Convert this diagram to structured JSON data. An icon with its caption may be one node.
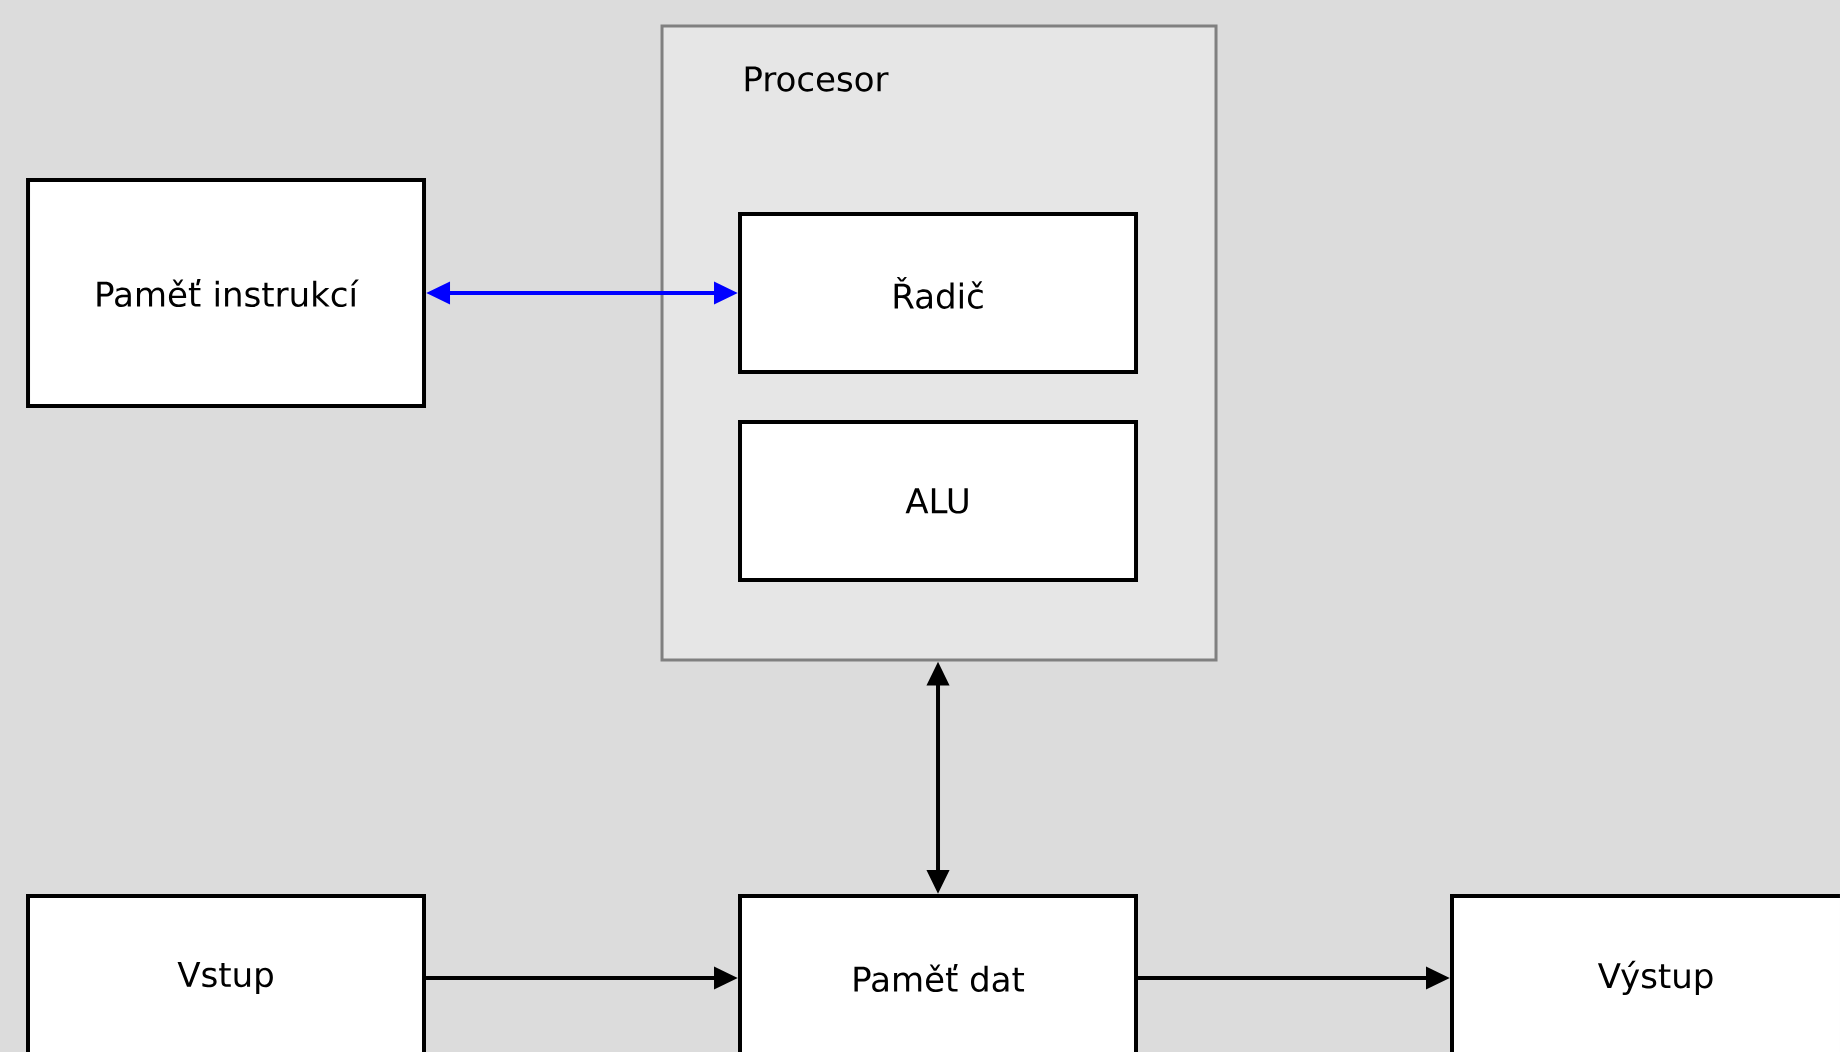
{
  "diagram": {
    "nodes": [
      {
        "text": [
          "Procesor"
        ]
      },
      {
        "text": [
          "Paměť instrukcí"
        ]
      },
      {
        "text": [
          "Řadič"
        ],
        "in": 0
      },
      {
        "text": [
          "ALU"
        ],
        "in": 0
      },
      {
        "text": [
          "Vstup"
        ]
      },
      {
        "text": [
          "Paměť dat"
        ]
      },
      {
        "text": [
          "Výstup"
        ]
      }
    ],
    "edges": [
      {
        "from": 1,
        "to": 2,
        "arrow": "both",
        "color": "#0000ff"
      },
      {
        "from": 0,
        "to": 5,
        "arrow": "both"
      },
      {
        "from": 4,
        "to": 5,
        "arrow": "to"
      },
      {
        "from": 5,
        "to": 6,
        "arrow": "to"
      }
    ]
  }
}
